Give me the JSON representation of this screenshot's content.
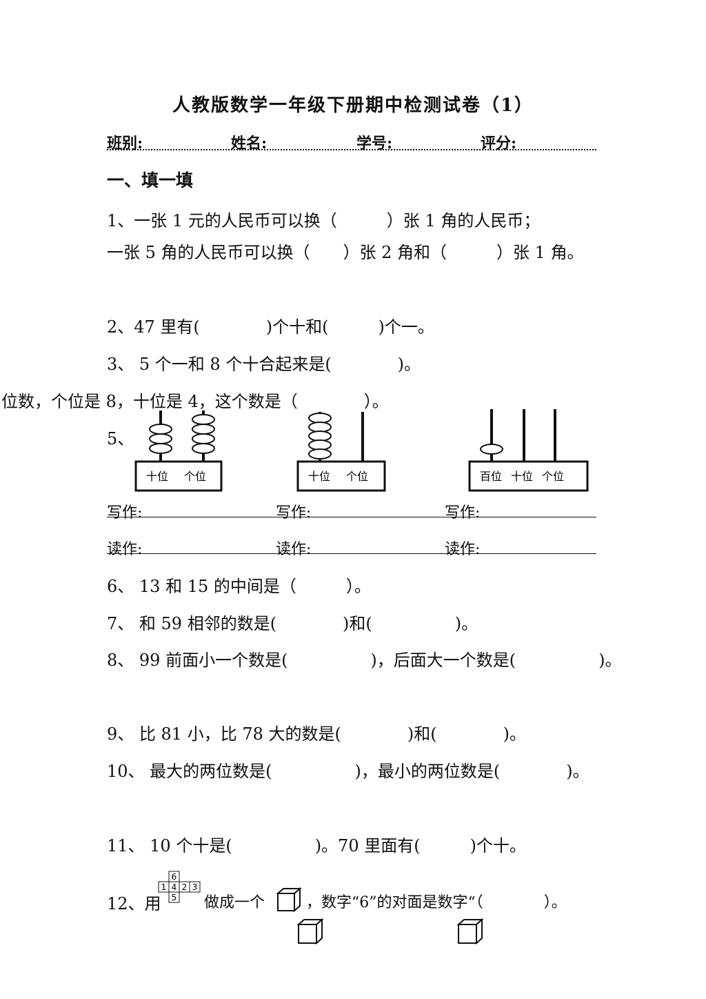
{
  "title": "人教版数学一年级下册期中检测试卷（1）",
  "header": {
    "class": "班别:",
    "name": "姓名:",
    "number": "学号:",
    "score": "评分:"
  },
  "section1": "一、填一填",
  "questions": {
    "q1a": "1、一张 1 元的人民币可以换（　　　）张 1 角的人民币；",
    "q1b": "一张 5 角的人民币可以换（　　）张 2 角和（　　　）张 1 角。",
    "q2": "2、47 里有(　　　　)个十和(　　　)个一。",
    "q3": "3、 5 个一和 8 个十合起来是(　　　　)。",
    "q4": "位数，个位是 8，十位是 4，这个数是（　　　　）。",
    "q5": "5、",
    "q6": "6、 13 和 15 的中间是（　　　）。",
    "q7": "7、 和 59 相邻的数是(　　　　)和(　　　　　)。",
    "q8": "8、 99 前面小一个数是(　　　　　)，后面大一个数是(　　　　　)。",
    "q9": "9、 比 81 小，比 78 大的数是(　　　　)和(　　　　)。",
    "q10": "10、 最大的两位数是(　　　　　)，最小的两位数是(　　　　)。",
    "q11": "11、 10 个十是(　　　　　)。70 里面有(　　　)个十。",
    "q12_prefix": "12、用",
    "q12_mid": "做成一个",
    "q12_suffix": "，数字“6”的对面是数字“（　　　　）。"
  },
  "abacus": [
    {
      "labels": [
        "十位",
        "个位"
      ],
      "beads": [
        3,
        4
      ]
    },
    {
      "labels": [
        "十位",
        "个位"
      ],
      "beads": [
        5,
        0
      ]
    },
    {
      "labels": [
        "百位",
        "十位",
        "个位"
      ],
      "beads": [
        1,
        0,
        0
      ]
    }
  ],
  "write_label": "写作:",
  "read_label": "读作:",
  "cube_net": [
    "6",
    "1",
    "4",
    "2",
    "3",
    "5"
  ]
}
